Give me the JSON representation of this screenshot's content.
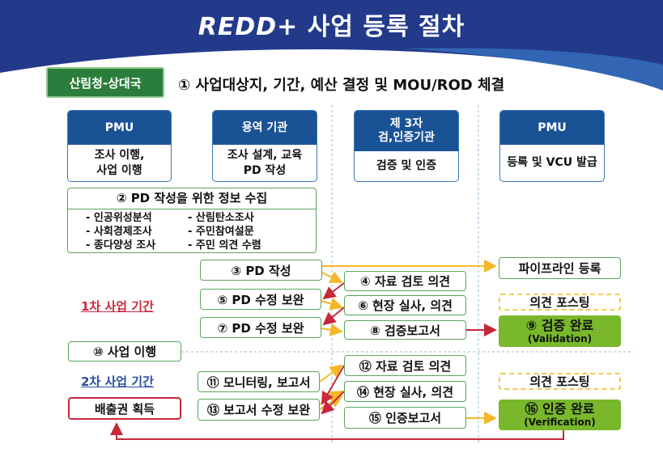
{
  "title": {
    "em": "REDD+",
    "rest": " 사업 등록 절차"
  },
  "agency": "산림청-상대국",
  "step1": "① 사업대상지, 기간, 예산 결정 및 MOU/ROD 체결",
  "columns": [
    {
      "head": "PMU",
      "body": "조사 이행,\n사업 이행"
    },
    {
      "head": "용역 기관",
      "body": "조사 설계, 교육\nPD 작성"
    },
    {
      "head": "제 3자\n검,인증기관",
      "body": "검증 및 인증"
    },
    {
      "head": "PMU",
      "body": "등록 및 VCU 발급"
    }
  ],
  "step2": {
    "title": "② PD 작성을 위한 정보 수집",
    "left": [
      "- 인공위성분석",
      "- 사회경제조사",
      "- 종다양성 조사"
    ],
    "right": [
      "- 산림탄소조사",
      "- 주민참여설문",
      "- 주민 의견 수렴"
    ]
  },
  "periods": {
    "first": "1차 사업 기간",
    "second": "2차 사업 기간"
  },
  "steps": {
    "s3": "③ PD 작성",
    "s4": "④ 자료 검토 의견",
    "s5": "⑤ PD 수정 보완",
    "s6": "⑥ 현장 실사, 의견",
    "s7": "⑦ PD 수정 보완",
    "s8": "⑧ 검증보고서",
    "s9": "⑨ 검증 완료",
    "s9sub": "(Validation)",
    "s10": "⑩ 사업 이행",
    "s11": "⑪ 모니터링, 보고서",
    "s12": "⑫ 자료 검토 의견",
    "s13": "⑬ 보고서 수정 보완",
    "s14": "⑭ 현장 실사, 의견",
    "s15": "⑮ 인증보고서",
    "s16": "⑯ 인증 완료",
    "s16sub": "(Verification)"
  },
  "pipeline": "파이프라인 등록",
  "posting": "의견 포스팅",
  "credits": "배출권 획득",
  "colors": {
    "header": "#233a8b",
    "yellow": "#f5b727",
    "red": "#c8283a",
    "green": "#78b82a"
  }
}
